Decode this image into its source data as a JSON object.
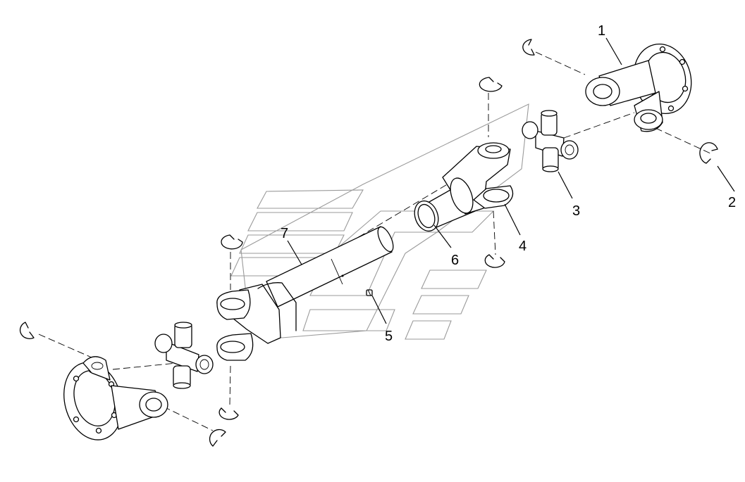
{
  "callouts": {
    "c1": "1",
    "c2": "2",
    "c3": "3",
    "c4": "4",
    "c5": "5",
    "c6": "6",
    "c7": "7"
  },
  "colors": {
    "line": "#000000",
    "watermark": "#9a9a9a",
    "background": "#ffffff"
  }
}
